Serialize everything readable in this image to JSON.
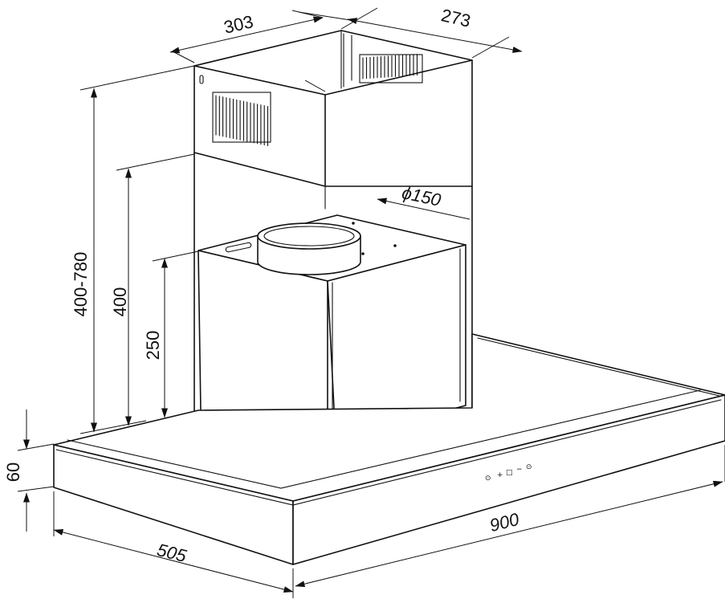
{
  "dimensions": {
    "chimney_width": "303",
    "chimney_depth": "273",
    "duct_diameter": "ϕ150",
    "chimney_height_range": "400-780",
    "height_400": "400",
    "height_250": "250",
    "canopy_height": "60",
    "canopy_depth": "505",
    "canopy_width": "900"
  },
  "controls": {
    "fan": "⊙",
    "plus": "+",
    "display": "□",
    "minus": "−",
    "light": "⊙"
  }
}
